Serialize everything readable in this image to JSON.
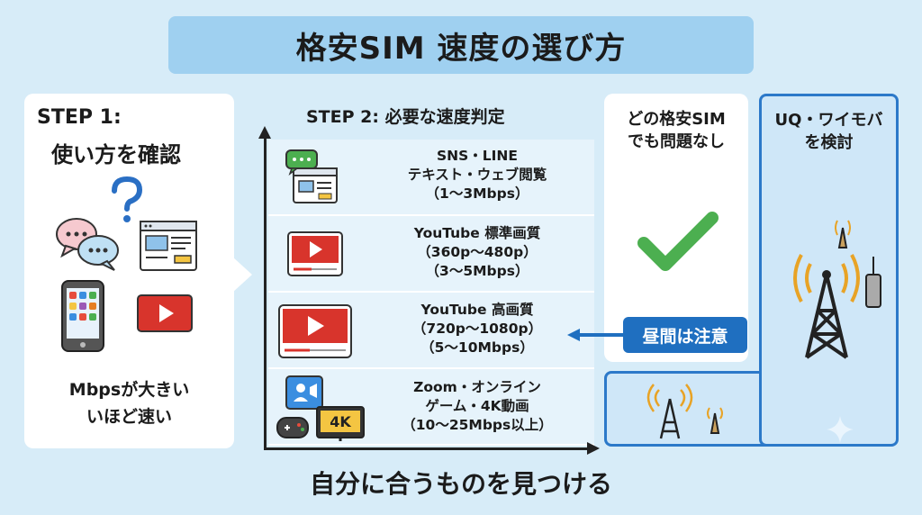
{
  "title": "格安SIM 速度の選び方",
  "step1": {
    "heading": "STEP 1:",
    "subheading": "使い方を確認",
    "note_line1": "Mbpsが大きい",
    "note_line2": "いほど速い"
  },
  "step2": {
    "heading": "STEP 2: 必要な速度判定",
    "tiers": [
      {
        "line1": "SNS・LINE",
        "line2": "テキスト・ウェブ閲覧",
        "line3": "（1〜3Mbps）"
      },
      {
        "line1": "YouTube 標準画質",
        "line2": "（360p〜480p）",
        "line3": "（3〜5Mbps）"
      },
      {
        "line1": "YouTube 高画質",
        "line2": "（720p〜1080p）",
        "line3": "（5〜10Mbps）"
      },
      {
        "line1": "Zoom・オンライン",
        "line2": "ゲーム・4K動画",
        "line3": "（10〜25Mbps以上）"
      }
    ],
    "tier4_badge": "4K"
  },
  "result_ok": {
    "line1": "どの格安SIM",
    "line2": "でも問題なし"
  },
  "result_uq": {
    "line1": "UQ・ワイモバ",
    "line2": "を検討"
  },
  "warning_badge": "昼間は注意",
  "footer": "自分に合うものを見つける",
  "colors": {
    "background": "#d7ecf8",
    "title_banner": "#9fd0f0",
    "accent_blue": "#1f6fc0",
    "check_green": "#4caf50",
    "video_red": "#d8342c"
  },
  "icons": [
    "chat-bubbles-icon",
    "question-mark-icon",
    "browser-window-icon",
    "smartphone-icon",
    "video-player-icon",
    "check-mark-icon",
    "cell-tower-icon",
    "game-controller-icon",
    "video-call-icon"
  ]
}
